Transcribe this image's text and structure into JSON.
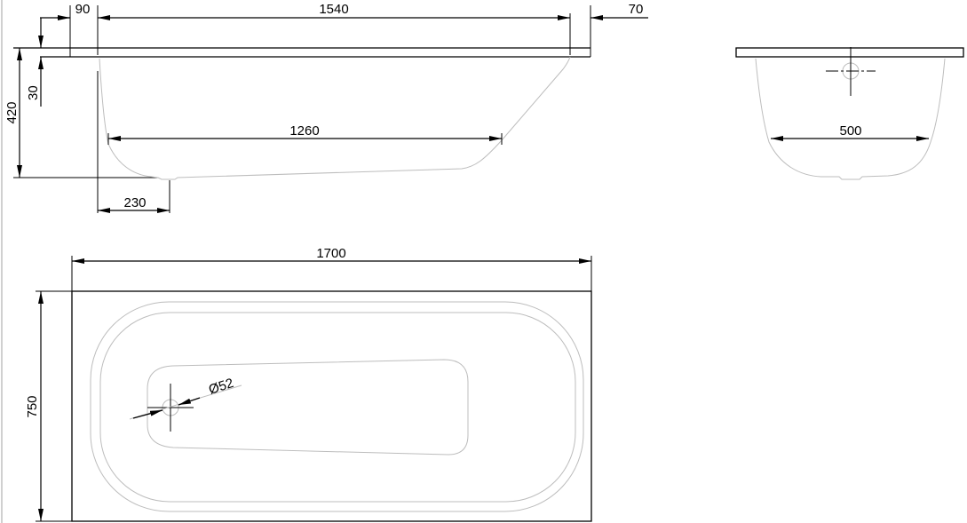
{
  "side_view": {
    "dim_left_rim": "90",
    "dim_inner_length": "1540",
    "dim_right_rim": "70",
    "dim_height": "420",
    "dim_rim_thickness": "30",
    "dim_bottom_length": "1260",
    "dim_drain_offset": "230"
  },
  "end_view": {
    "dim_bottom_width": "500"
  },
  "plan_view": {
    "dim_length": "1700",
    "dim_width": "750",
    "dim_drain_diameter": "Ø52"
  }
}
